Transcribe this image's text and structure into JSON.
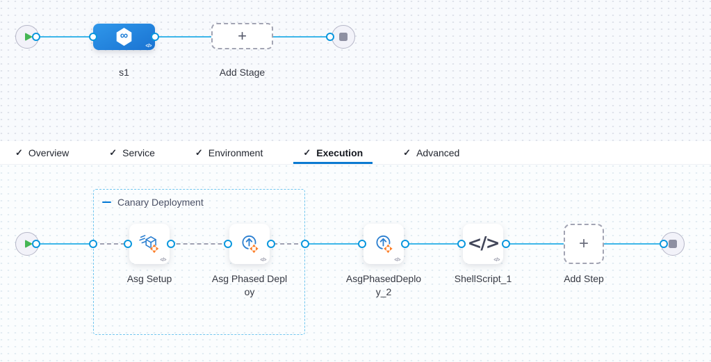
{
  "glyphs": {
    "check": "✓",
    "infinity": "∞",
    "plus": "+",
    "code": "</>"
  },
  "colors": {
    "accent_blue": "#0278d5",
    "connector_blue": "#3db6e9",
    "connection_dot_blue": "#0a97de",
    "stage_node_blue": "#1f7fd9",
    "icon_blue": "#2b7fd0",
    "icon_orange": "#fd7e27",
    "play_green": "#45b654",
    "group_border_blue": "#70c6ef"
  },
  "stage_canvas": {
    "stage_label": "s1",
    "add_stage_label": "Add Stage"
  },
  "tabs": [
    {
      "label": "Overview",
      "checked": true,
      "active": false
    },
    {
      "label": "Service",
      "checked": true,
      "active": false
    },
    {
      "label": "Environment",
      "checked": true,
      "active": false
    },
    {
      "label": "Execution",
      "checked": true,
      "active": true
    },
    {
      "label": "Advanced",
      "checked": true,
      "active": false
    }
  ],
  "execution_canvas": {
    "group": {
      "label": "Canary Deployment"
    },
    "steps": [
      {
        "name": "Asg Setup",
        "icon": "asg-setup-icon",
        "in_group": true
      },
      {
        "name": "Asg Phased Deploy",
        "icon": "asg-phased-deploy-icon",
        "in_group": true
      },
      {
        "name": "AsgPhasedDeploy_2",
        "icon": "asg-phased-deploy-icon",
        "in_group": false
      },
      {
        "name": "ShellScript_1",
        "icon": "shell-script-icon",
        "in_group": false
      }
    ],
    "add_step_label": "Add Step"
  }
}
